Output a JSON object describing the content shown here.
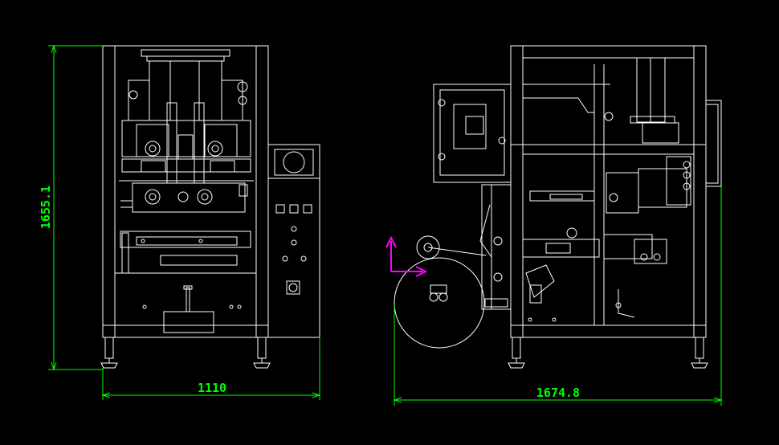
{
  "drawing": {
    "background": "#000000",
    "line_color": "#ffffff",
    "dimension_color": "#00ff00",
    "ucs_color": "#ff00ff",
    "dimensions": {
      "front_height": "1655.1",
      "front_width": "1110",
      "side_width": "1674.8"
    }
  }
}
